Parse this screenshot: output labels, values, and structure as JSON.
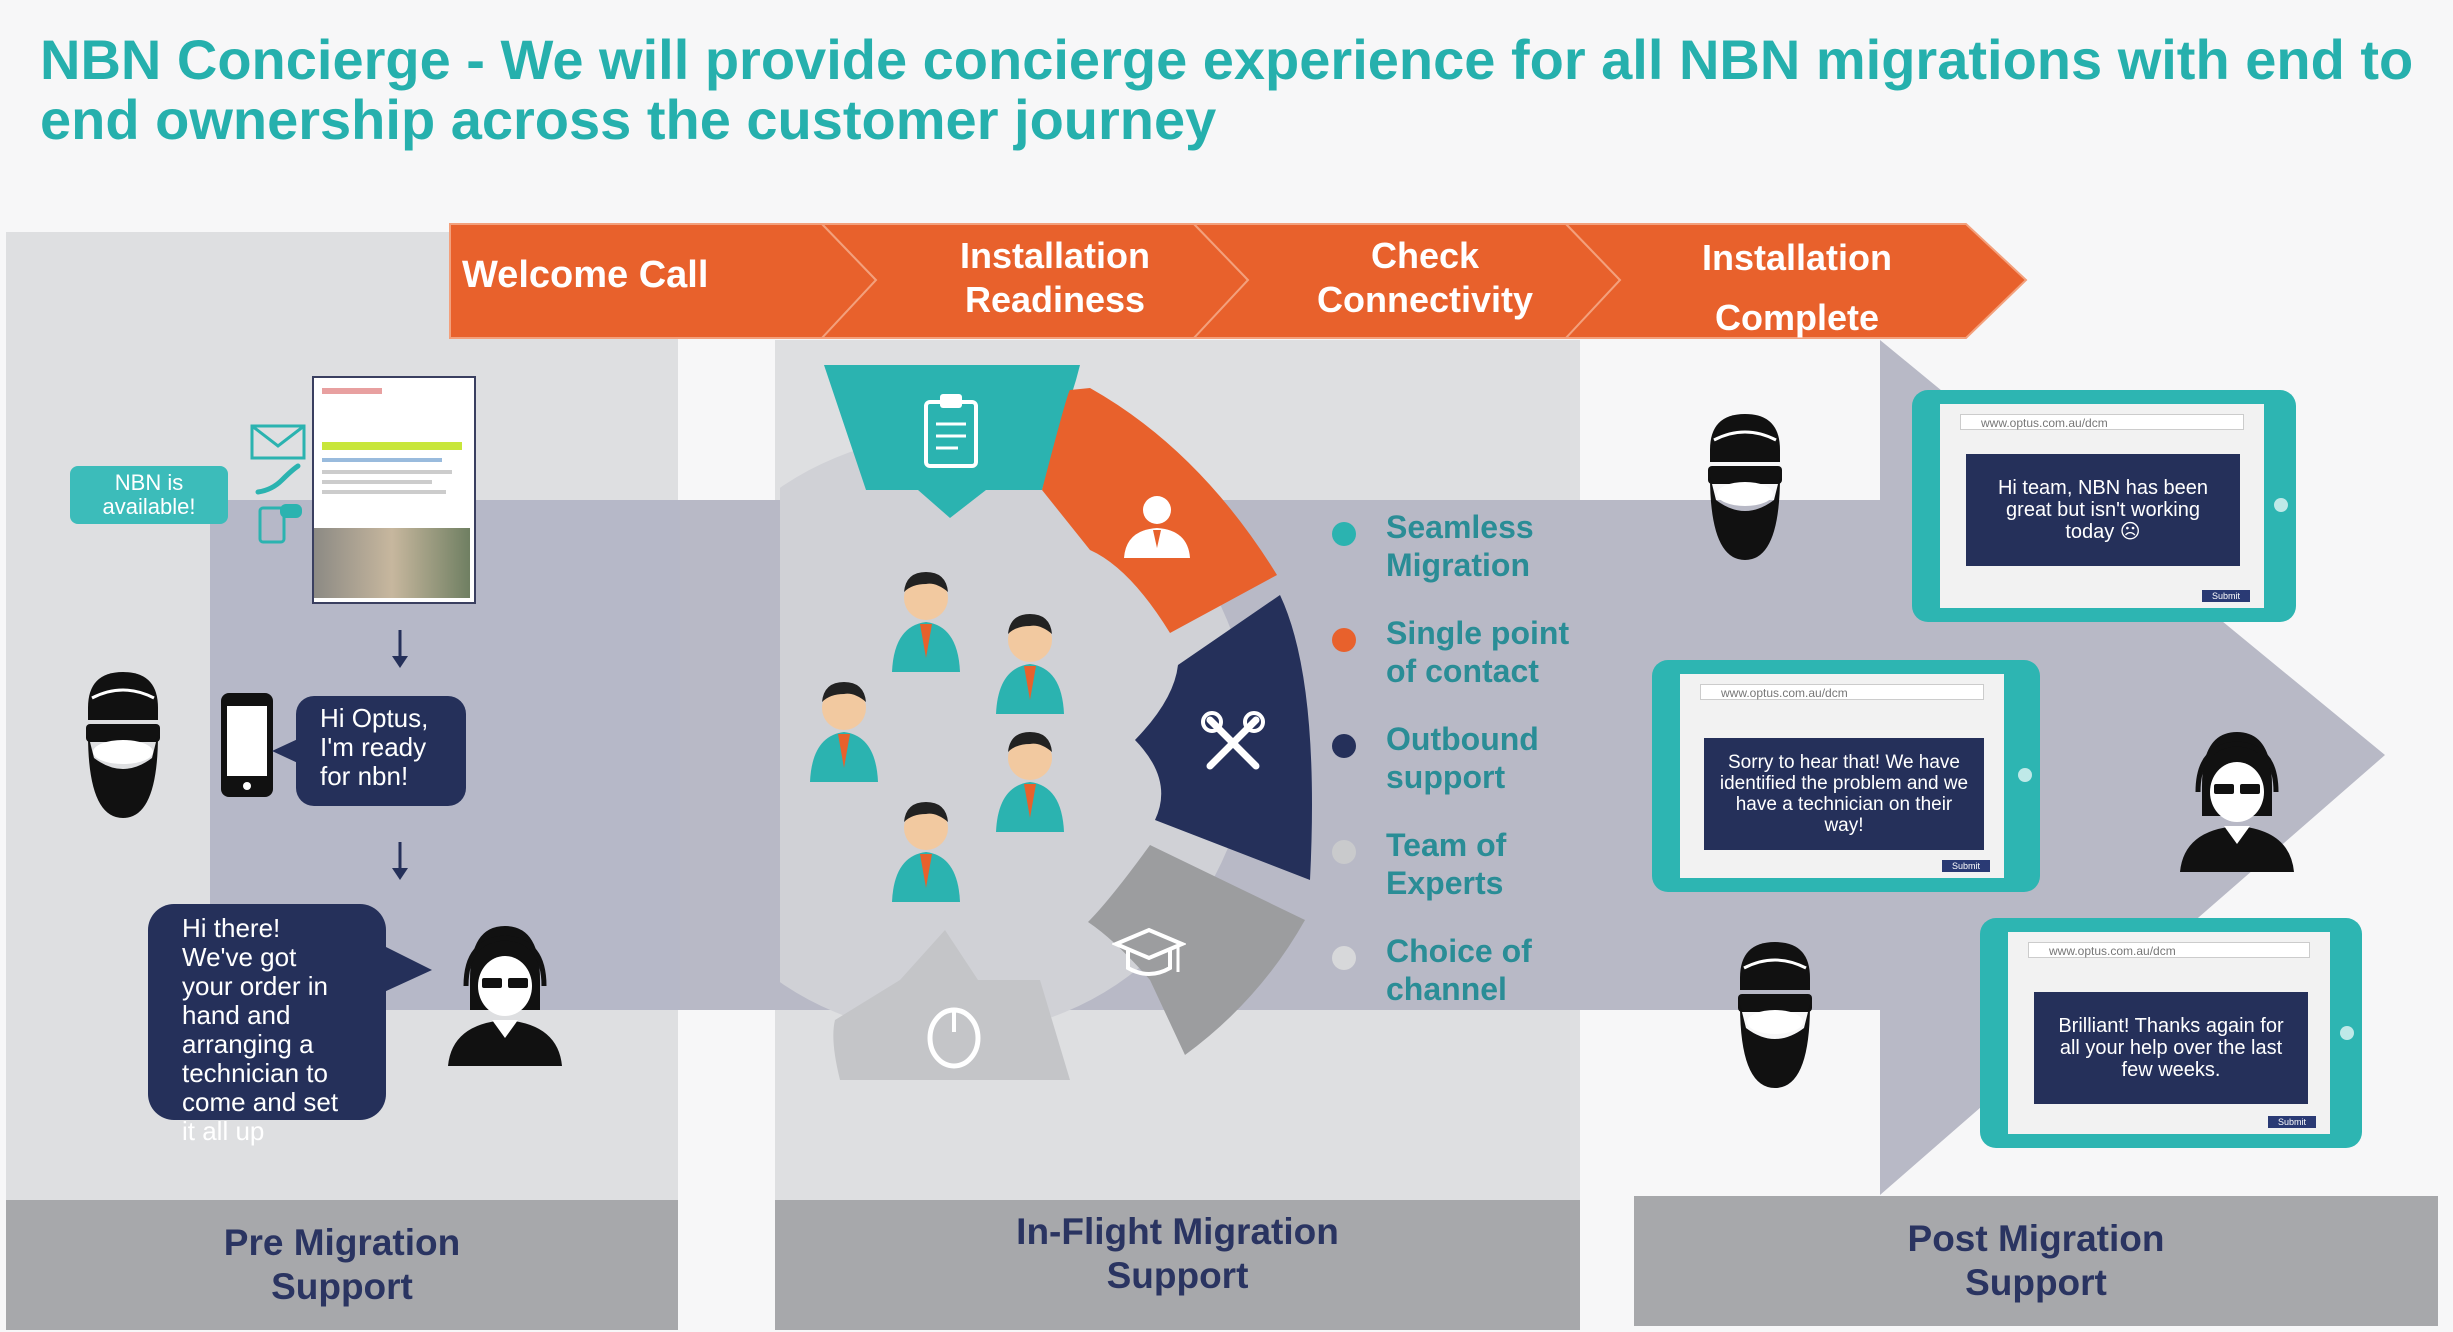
{
  "title": "NBN Concierge - We will provide concierge experience for all NBN migrations with end to end ownership across the customer journey",
  "steps": [
    {
      "line1": "Welcome Call",
      "line2": ""
    },
    {
      "line1": "Installation",
      "line2": "Readiness"
    },
    {
      "line1": "Check",
      "line2": "Connectivity"
    },
    {
      "line1": "Installation",
      "line2": "Complete"
    }
  ],
  "phases": {
    "pre": {
      "line1": "Pre Migration",
      "line2": "Support"
    },
    "inflight": {
      "line1": "In-Flight Migration",
      "line2": "Support"
    },
    "post": {
      "line1": "Post Migration",
      "line2": "Support"
    }
  },
  "pre": {
    "nbn_badge": "NBN is available!",
    "customer_msg": "Hi Optus, I'm ready for nbn!",
    "agent_msg": "Hi there! We've got your order in hand and arranging a technician to come and set it all up"
  },
  "legend": [
    {
      "label": "Seamless Migration",
      "color": "#2bb3b0"
    },
    {
      "label": "Single point of contact",
      "color": "#e8612c"
    },
    {
      "label": "Outbound support",
      "color": "#25305a"
    },
    {
      "label": "Team of Experts",
      "color": "#c9cacc"
    },
    {
      "label": "Choice of channel",
      "color": "#d7d8da"
    }
  ],
  "post": {
    "url": "www.optus.com.au/dcm",
    "submit": "Submit",
    "msg1": "Hi team, NBN has been great but isn't working today ☹",
    "msg2": "Sorry to hear that! We have identified the problem and we have a technician on their way!",
    "msg3": "Brilliant! Thanks again for all your help over the last few weeks."
  },
  "colors": {
    "teal": "#2bb3b0",
    "orange": "#e8612c",
    "navy": "#25305a",
    "grey": "#a7a8ab"
  },
  "icons": [
    "clipboard-icon",
    "agent-icon",
    "tools-icon",
    "graduation-cap-icon",
    "mouse-icon",
    "envelope-icon",
    "phone-icon",
    "sms-icon",
    "mobile-phone-icon"
  ]
}
